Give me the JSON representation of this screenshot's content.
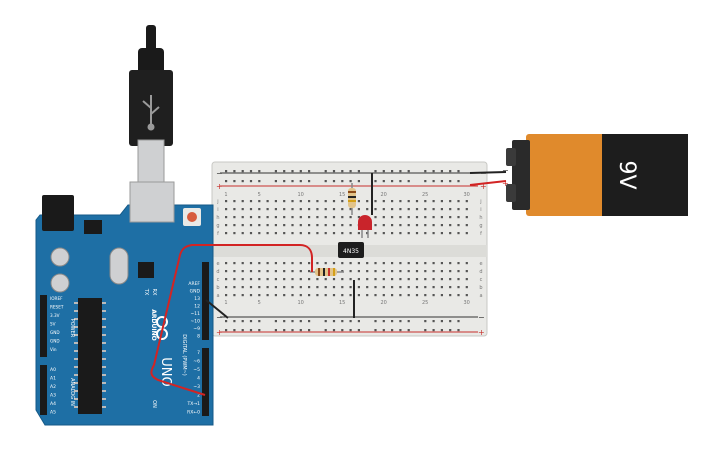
{
  "battery": {
    "label": "9V",
    "plus": "+",
    "minus": "−",
    "case_color": "#e08a2c",
    "cap_color": "#2a2a2a"
  },
  "breadboard": {
    "columns_top": [
      "1",
      "5",
      "10",
      "15",
      "20",
      "25",
      "30"
    ],
    "rows_upper": [
      "j",
      "i",
      "h",
      "g",
      "f"
    ],
    "rows_lower": [
      "e",
      "d",
      "c",
      "b",
      "a"
    ],
    "rail_plus": "+",
    "rail_minus": "−"
  },
  "chip": {
    "label": "4N35"
  },
  "arduino": {
    "board_color": "#1e6fa5",
    "logo": "ARDUINO",
    "model": "UNO",
    "on_label": "ON",
    "tx": "TX",
    "rx": "RX",
    "power_header": "POWER",
    "analog_header": "ANALOG IN",
    "digital_header": "DIGITAL (PWM~)",
    "left_pins_power": [
      "IOREF",
      "RESET",
      "3.3V",
      "5V",
      "GND",
      "GND",
      "Vin"
    ],
    "left_pins_analog": [
      "A0",
      "A1",
      "A2",
      "A3",
      "A4",
      "A5"
    ],
    "right_pins_top": [
      "AREF",
      "GND",
      "13",
      "12",
      "~11",
      "~10",
      "~9",
      "8"
    ],
    "right_pins_bottom": [
      "7",
      "~6",
      "~5",
      "4",
      "~3",
      "2",
      "TX→1",
      "RX←0"
    ]
  },
  "wires": {
    "signal_color": "#d22424",
    "ground_color": "#222222"
  }
}
